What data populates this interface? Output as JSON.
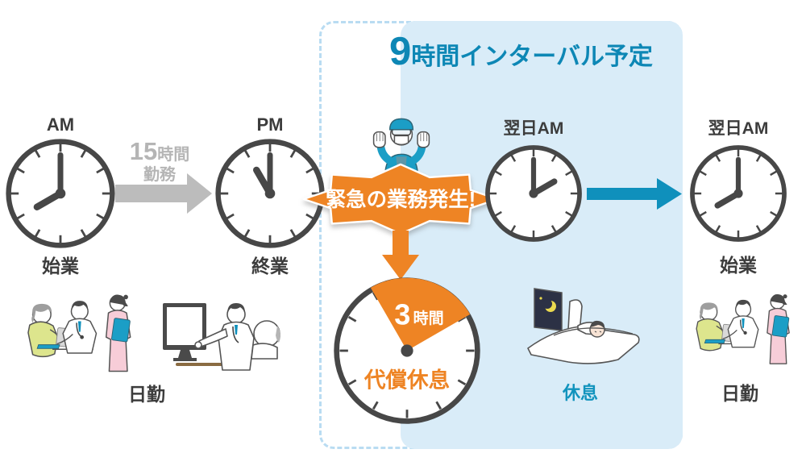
{
  "title": {
    "number": "9",
    "text": "時間インターバル予定"
  },
  "timeline": {
    "start_clock": {
      "period": "AM",
      "label": "始業",
      "time": "8:00",
      "hour_angle": 240,
      "minute_angle": 0
    },
    "work_arrow": {
      "hours": "15",
      "hours_unit": "時間",
      "word": "勤務"
    },
    "end_clock": {
      "period": "PM",
      "label": "終業",
      "time": "11:00",
      "hour_angle": 330,
      "minute_angle": 0
    },
    "next_am_clock": {
      "period": "翌日AM",
      "time": "2:00",
      "hour_angle": 60,
      "minute_angle": 0
    },
    "next_start_clock": {
      "period": "翌日AM",
      "label": "始業",
      "time": "8:00",
      "hour_angle": 240,
      "minute_angle": 0
    }
  },
  "emergency": {
    "label": "緊急の業務発生!"
  },
  "compensatory_rest": {
    "hours": "3",
    "unit": "時間",
    "label": "代償休息",
    "wedge_span": "11時〜2時 (3時間)"
  },
  "rest_label": "休息",
  "day_shift_left": "日勤",
  "day_shift_right": "日勤",
  "colors": {
    "accent_teal": "#1193bd",
    "title_blue": "#0d87b5",
    "accent_orange": "#ee8424",
    "panel_blue": "#d9ecf8",
    "dashed_border": "#b9dcf2",
    "arrow_gray": "#bcbcbc",
    "clock_ink": "#474747"
  }
}
